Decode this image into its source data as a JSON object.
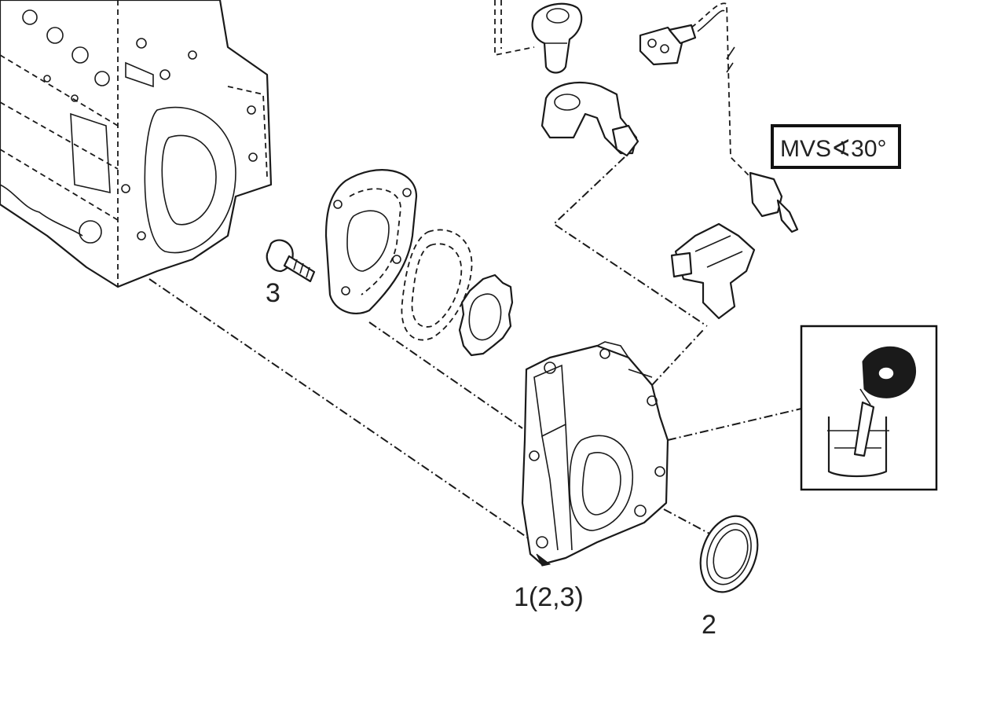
{
  "callouts": {
    "assembly": "1(2,3)",
    "seal": "2",
    "screw": "3"
  },
  "spec_label": "MVS∢30°",
  "colors": {
    "line": "#1a1a1a",
    "background": "#ffffff"
  },
  "icons": [
    "engine-block-icon",
    "sensor-icon",
    "connector-icon",
    "pump-cover-icon",
    "oil-seal-icon",
    "oil-bath-icon"
  ]
}
